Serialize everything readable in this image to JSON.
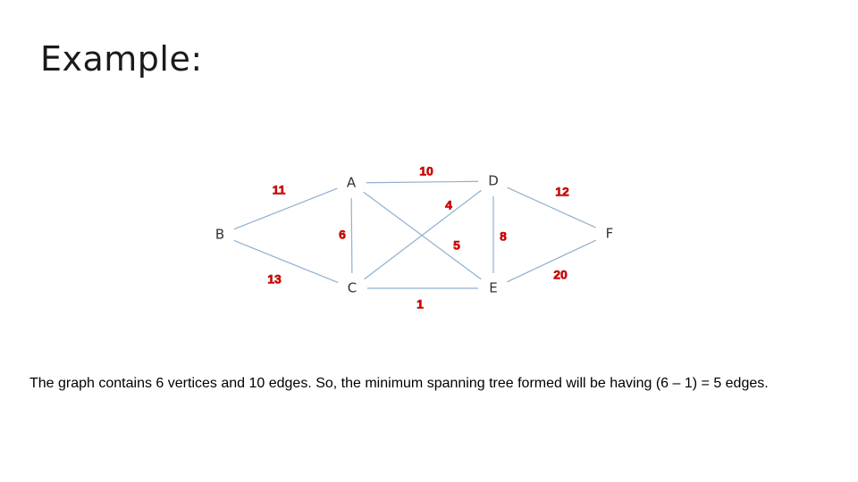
{
  "title": "Example:",
  "graph": {
    "nodes": [
      {
        "id": "A",
        "label": "A"
      },
      {
        "id": "B",
        "label": "B"
      },
      {
        "id": "C",
        "label": "C"
      },
      {
        "id": "D",
        "label": "D"
      },
      {
        "id": "E",
        "label": "E"
      },
      {
        "id": "F",
        "label": "F"
      }
    ],
    "edges": [
      {
        "from": "A",
        "to": "D",
        "weight": "10"
      },
      {
        "from": "A",
        "to": "B",
        "weight": "11"
      },
      {
        "from": "D",
        "to": "F",
        "weight": "12"
      },
      {
        "from": "C",
        "to": "D",
        "weight": "4"
      },
      {
        "from": "A",
        "to": "C",
        "weight": "6"
      },
      {
        "from": "A",
        "to": "E",
        "weight": "5"
      },
      {
        "from": "D",
        "to": "E",
        "weight": "8"
      },
      {
        "from": "B",
        "to": "C",
        "weight": "13"
      },
      {
        "from": "C",
        "to": "E",
        "weight": "1"
      },
      {
        "from": "E",
        "to": "F",
        "weight": "20"
      }
    ],
    "colors": {
      "edge": "#8fb0d0",
      "weight": "#e00000",
      "node_text": "#333333"
    }
  },
  "caption": "The graph contains 6 vertices and 10 edges. So, the minimum spanning tree formed will be having (6 – 1) = 5 edges."
}
